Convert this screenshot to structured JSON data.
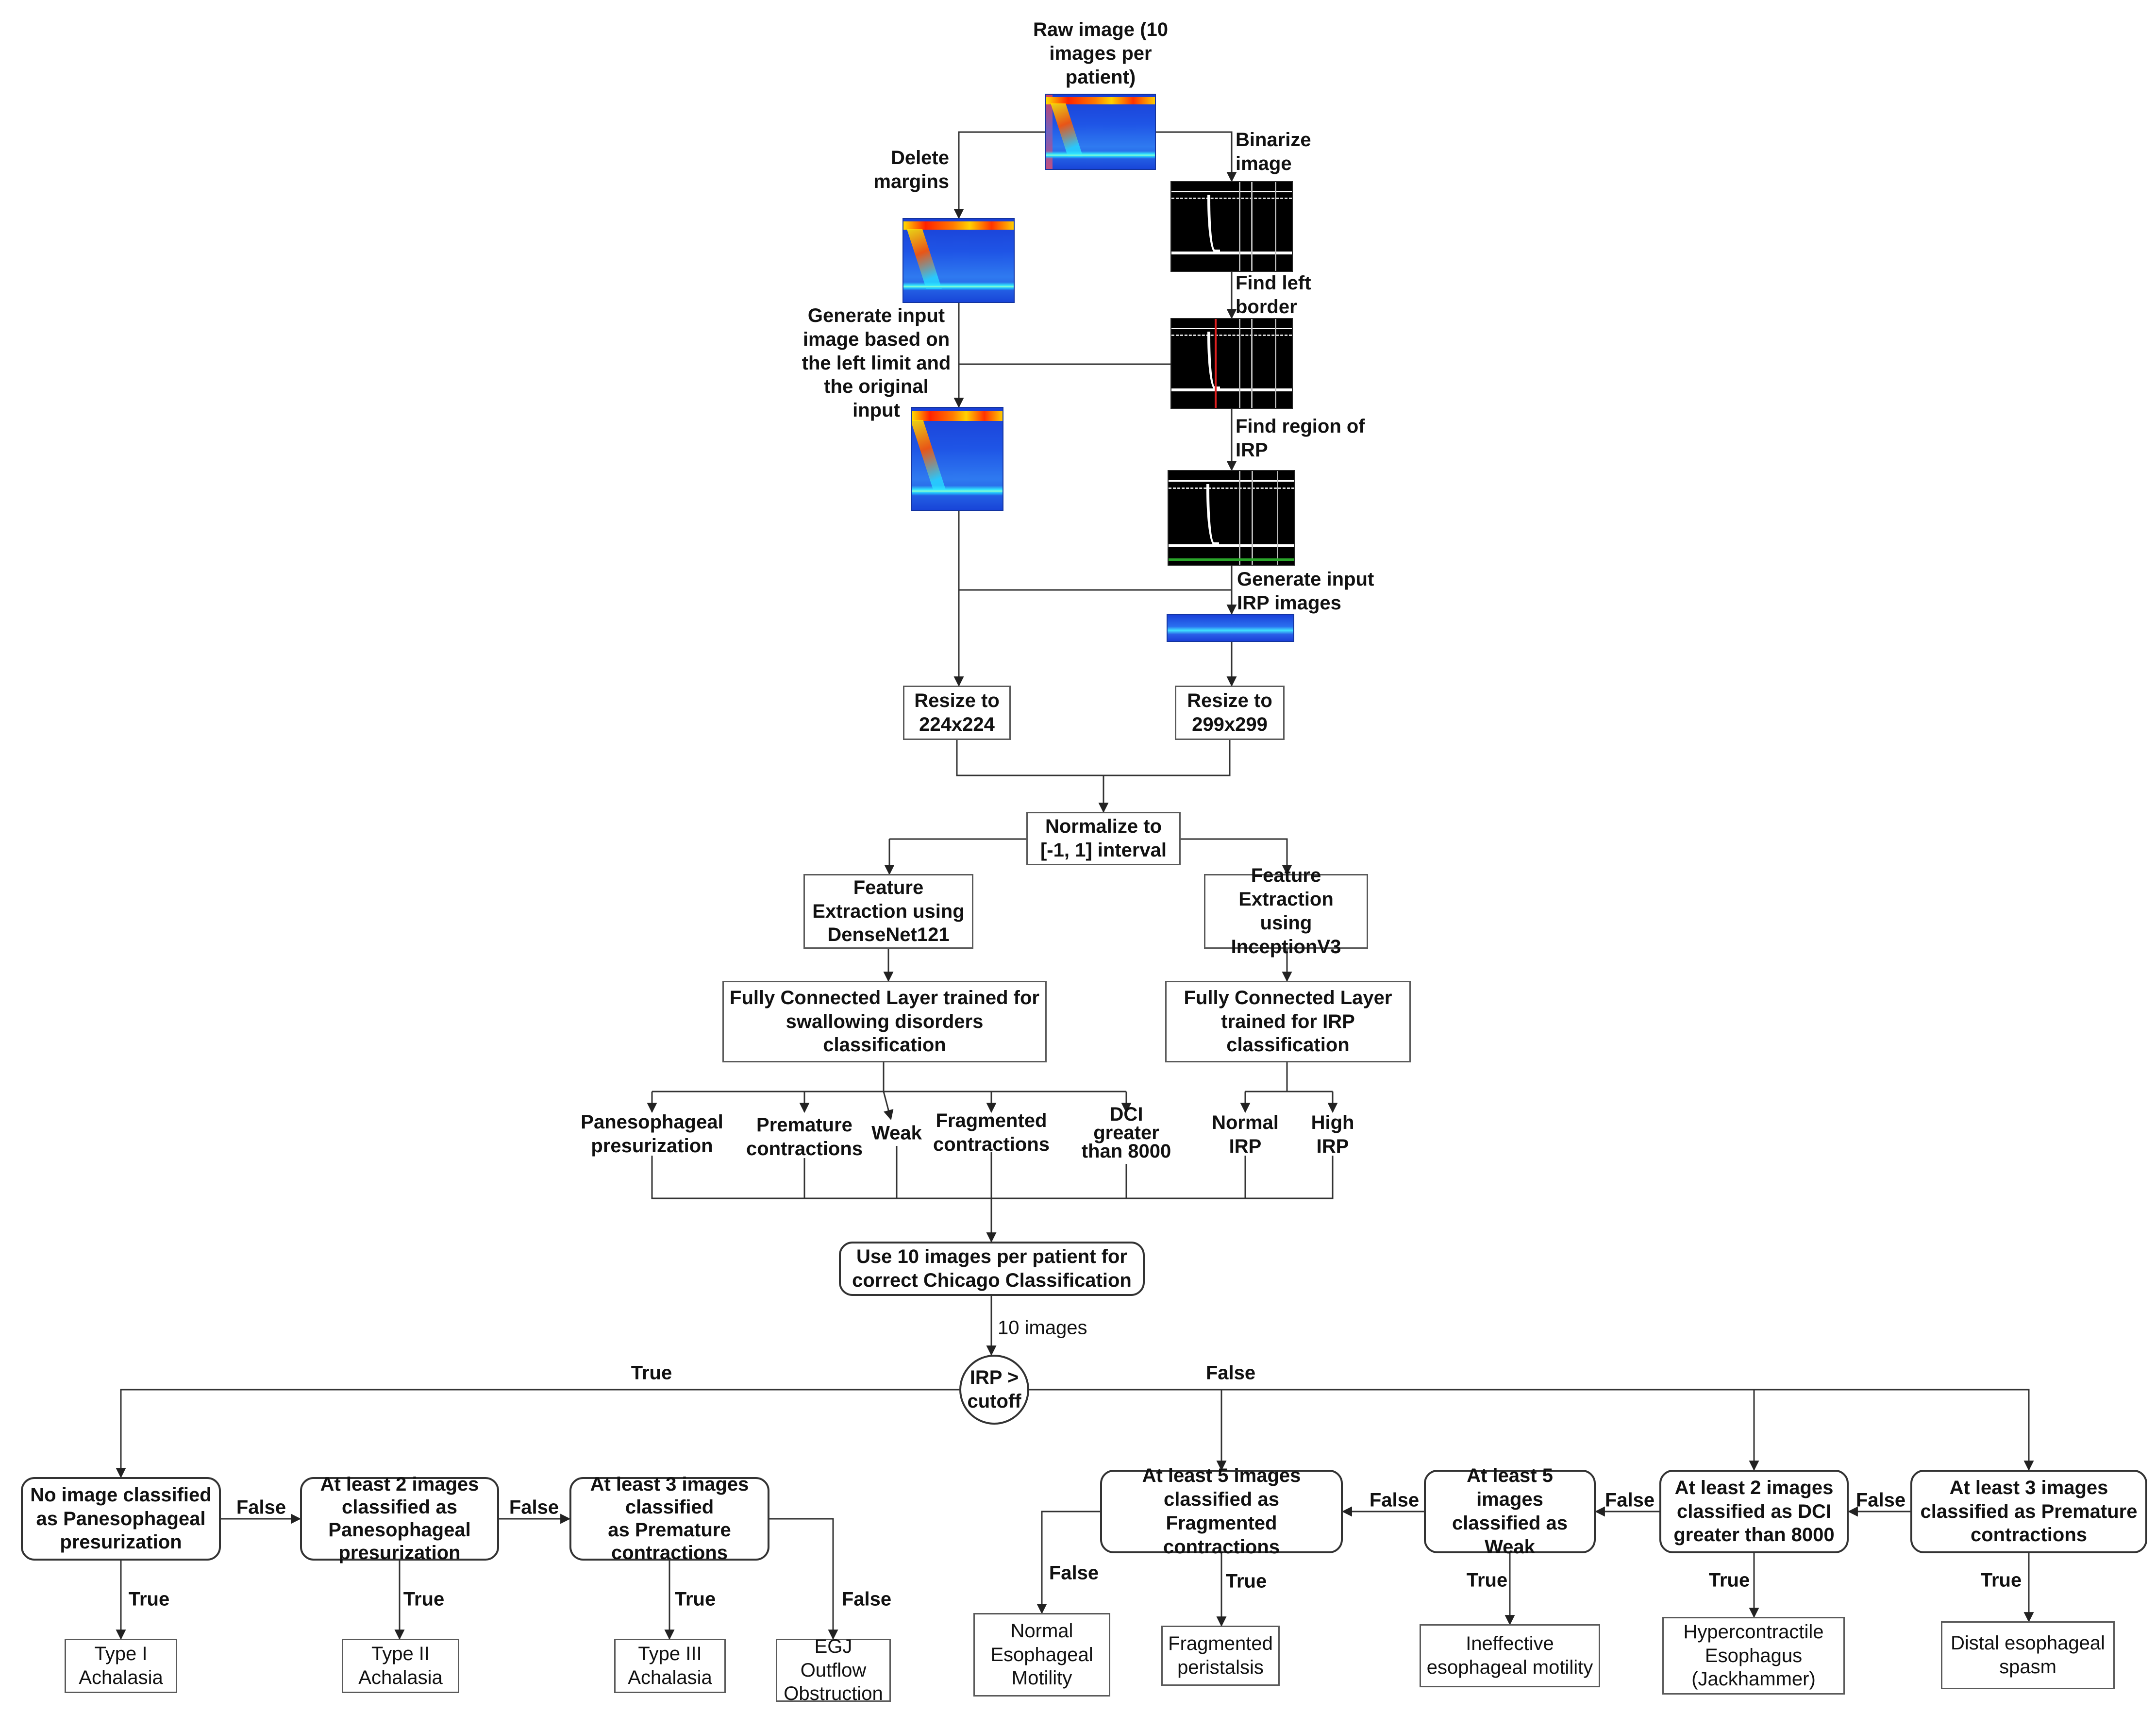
{
  "diagram": {
    "raw_image_label": "Raw image (10\nimages per\npatient)",
    "delete_margins_label": "Delete\nmargins",
    "binarize_label": "Binarize\nimage",
    "find_left_border_label": "Find left\nborder",
    "generate_input_label": "Generate input\nimage based on\nthe left limit and\nthe original\ninput",
    "find_region_irp_label": "Find region of\nIRP",
    "generate_irp_label": "Generate input\nIRP images",
    "resize_224": "Resize to\n224x224",
    "resize_299": "Resize to\n299x299",
    "normalize": "Normalize to\n[-1, 1] interval",
    "feature_densenet": "Feature\nExtraction using\nDenseNet121",
    "feature_inception": "Feature\nExtraction using\nInceptionV3",
    "fc_swallowing": "Fully Connected Layer trained for\nswallowing disorders\nclassification",
    "fc_irp": "Fully Connected Layer\ntrained for IRP\nclassification",
    "class_panesophageal": "Panesophageal\npresurization",
    "class_premature": "Premature\ncontractions",
    "class_weak": "Weak",
    "class_fragmented": "Fragmented\ncontractions",
    "class_dci": "DCI\ngreater\nthan 8000",
    "class_normal_irp": "Normal\nIRP",
    "class_high_irp": "High\nIRP",
    "use_10_images": "Use 10 images per patient for\ncorrect Chicago Classification",
    "ten_images": "10 images",
    "irp_cutoff": "IRP >\ncutoff",
    "true_label": "True",
    "false_label": "False",
    "no_image_pan": "No image classified\nas Panesophageal\npresurization",
    "atleast2_pan": "At least 2 images\nclassified as\nPanesophageal\npresurization",
    "atleast3_premature_left": "At least 3 images\nclassified\nas Premature\ncontractions",
    "atleast5_fragmented": "At least 5 images\nclassified as Fragmented\ncontractions",
    "atleast5_weak": "At least 5 images\nclassified as\nWeak",
    "atleast2_dci": "At least 2 images\nclassified as DCI\ngreater than 8000",
    "atleast3_premature_right": "At least 3 images\nclassified as Premature\ncontractions",
    "type1": "Type I\nAchalasia",
    "type2": "Type II\nAchalasia",
    "type3": "Type III\nAchalasia",
    "egj": "EGJ Outflow\nObstruction",
    "normal_motility": "Normal\nEsophageal\nMotility",
    "fragmented_peristalsis": "Fragmented\nperistalsis",
    "ineffective_motility": "Ineffective\nesophageal motility",
    "hypercontractile": "Hypercontractile\nEsophagus\n(Jackhammer)",
    "distal_spasm": "Distal esophageal\nspasm"
  }
}
